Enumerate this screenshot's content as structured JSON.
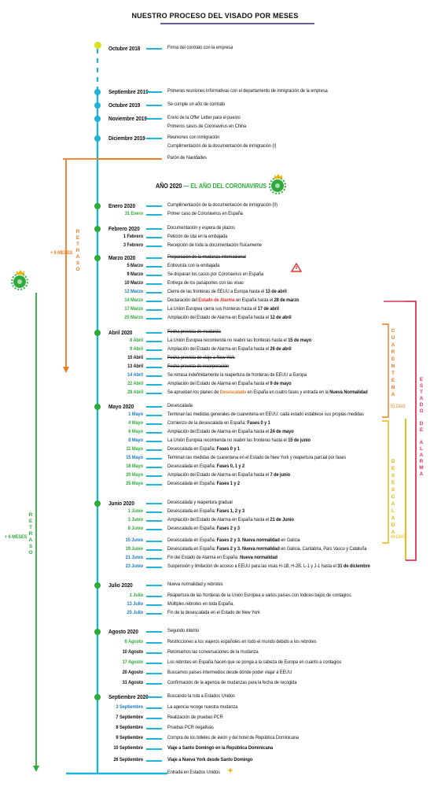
{
  "title": "NUESTRO PROCESO DEL VISADO POR MESES",
  "year_banner": {
    "year": "AÑO 2020",
    "dash": "—",
    "label": "EL AÑO DEL CORONAVIRUS"
  },
  "colors": {
    "timeline": "#1fb3d6",
    "dots": "#2eaa3a",
    "delay1": "#f07a1e",
    "delay2": "#2eaa3a",
    "quarantine": "#f07a1e",
    "deescalation": "#e8b400",
    "alarm": "#e2335a",
    "title_underline": "#6b5aa8"
  },
  "side": {
    "retraso1_text": [
      "R",
      "E",
      "T",
      "R",
      "A",
      "S",
      "O"
    ],
    "retraso1_label": "+ 5 MESES",
    "retraso2_text": [
      "R",
      "E",
      "T",
      "R",
      "A",
      "S",
      "O"
    ],
    "retraso2_label": "+ 6 MESES",
    "cuarentena_text": [
      "C",
      "U",
      "A",
      "R",
      "E",
      "N",
      "T",
      "E",
      "N",
      "A"
    ],
    "cuarentena_days": "51 DÍAS",
    "desescalada_text": [
      "D",
      "E",
      "S",
      "E",
      "S",
      "C",
      "A",
      "L",
      "A",
      "D",
      "A"
    ],
    "desescalada_days": "48 DÍAS",
    "estado_text": [
      "E",
      "S",
      "T",
      "A",
      "D",
      "O",
      "",
      "D",
      "E",
      "",
      "A",
      "L",
      "A",
      "R",
      "M",
      "A"
    ]
  },
  "rows": [
    {
      "month": "Octubre 2018",
      "desc": "Firma del contrato con la empresa"
    },
    {
      "month": "Septiembre 2019",
      "desc": "Primeras reuniones informativas con el departamento de inmigración de la empresa"
    },
    {
      "month": "Octubre 2019",
      "desc": "Se cumple un año de contrato"
    },
    {
      "month": "Noviembre 2019",
      "desc": "Envío de la Offer Letter para el puesto"
    },
    {
      "desc": "Primeros casos de Coronavirus en China"
    },
    {
      "month": "Diciembre 2019",
      "desc": "Reuniones con inmigración"
    },
    {
      "desc": "Cumplimentación de la documentación de inmigración (I)"
    },
    {
      "desc": "Parón de Navidades"
    },
    {
      "month": "Enero 2020",
      "desc": "Cumplimentación de la documentación de inmigración (II)"
    },
    {
      "day": "31 Enero",
      "desc": "Primer caso de Coronavirus en España"
    },
    {
      "month": "Febrero 2020",
      "desc": "Documentación y espera de plazos"
    },
    {
      "day": "1 Febrero",
      "desc": "Petición de cita en la embajada"
    },
    {
      "day": "3 Febrero",
      "desc": "Recepción de toda la documentación físicamente"
    },
    {
      "month": "Marzo 2020",
      "desc": "Preparación de la mudanza internacional"
    },
    {
      "day": "5 Marzo",
      "desc": "Entrevista con la embajada"
    },
    {
      "day": "9 Marzo",
      "desc": "Se disparan los casos por Coronavirus en España"
    },
    {
      "day": "10 Marzo",
      "desc": "Entrega de los pasaportes con las visas"
    },
    {
      "day": "12 Marzo",
      "desc": "Cierre de las fronteras de EEUU a Europa hasta el ",
      "desc_b": "13 de abril"
    },
    {
      "day": "14 Marzo",
      "desc": "Declaración del ",
      "desc_red": "Estado de Alarma",
      "desc2": " en España hasta el ",
      "desc_b": "28 de marzo"
    },
    {
      "day": "17 Marzo",
      "desc": "La Unión Europea cierra sus fronteras hasta el ",
      "desc_b": "17 de abril"
    },
    {
      "day": "25 Marzo",
      "desc": "Ampliación del Estado de Alarma en España hasta el ",
      "desc_b": "12 de abril"
    },
    {
      "month": "Abril 2020",
      "desc": "Fecha prevista de mudanza"
    },
    {
      "day": "8 Abril",
      "desc": "La Unión Europea recomienda no reabrir las fronteras hasta el ",
      "desc_b": "15 de mayo"
    },
    {
      "day": "9 Abril",
      "desc": "Ampliación del Estado de Alarma en España hasta el ",
      "desc_b": "26 de abril"
    },
    {
      "day": "10 Abril",
      "desc": "Fecha prevista de viaje a New York"
    },
    {
      "day": "13 Abril",
      "desc": "Fecha prevista de incorporación"
    },
    {
      "day": "14 Abril",
      "desc": "Se retrasa indefinidamente la reapertura de fronteras de EEUU a Europa"
    },
    {
      "day": "22 Abril",
      "desc": "Ampliación del Estado de Alarma en España hasta el ",
      "desc_b": "9 de mayo"
    },
    {
      "day": "28 Abril",
      "desc": "Se aprueban los planes de ",
      "desc_orange": "Desescalada",
      "desc2": " en España en cuatro fases y entrada en la ",
      "desc_b": "Nueva Normalidad"
    },
    {
      "month": "Mayo 2020",
      "desc": "Desescalada"
    },
    {
      "day": "1 Mayo",
      "desc": "Terminan las medidas generales de cuarentena en EEUU: cada estado establece sus propias medidas"
    },
    {
      "day": "4 Mayo",
      "desc": "Comienzo de la desescalada en España: ",
      "desc_b": "Fases 0 y 1"
    },
    {
      "day": "6 Mayo",
      "desc": "Ampliación del Estado de Alarma en España hasta el ",
      "desc_b": "24 de mayo"
    },
    {
      "day": "8 Mayo",
      "desc": "La Unión Europea recomienda no reabrir las fronteras hasta el ",
      "desc_b": "15 de junio"
    },
    {
      "day": "11 Mayo",
      "desc": "Desescalada en España: ",
      "desc_b": "Fases 0 y 1"
    },
    {
      "day": "15 Mayo",
      "desc": "Terminan las medidas de cuarentena en el Estado de New York y reapertura parcial por fases"
    },
    {
      "day": "18 Mayo",
      "desc": "Desescalada en España: ",
      "desc_b": "Fases 0, 1 y 2"
    },
    {
      "day": "20 Mayo",
      "desc": "Ampliación del Estado de Alarma en España hasta el ",
      "desc_b": "7 de junio"
    },
    {
      "day": "25 Mayo",
      "desc": "Desescalada en España: ",
      "desc_b": "Fases 1 y 2"
    },
    {
      "month": "Junio 2020",
      "desc": "Desescalada y reapertura gradual"
    },
    {
      "day": "1 Junio",
      "desc": "Desescalada en España: ",
      "desc_b": "Fases 1, 2 y 3"
    },
    {
      "day": "3 Junio",
      "desc": "Ampliación del Estado de Alarma en España hasta el ",
      "desc_b": "21 de Junio"
    },
    {
      "day": "8 Junio",
      "desc": "Desescalada en España: ",
      "desc_b": "Fases 2 y 3"
    },
    {
      "day": "15 Junio",
      "desc": "Desescalada en España: ",
      "desc_b": "Fases 2 y 3.  Nueva normalidad",
      "desc2": " en Galicia"
    },
    {
      "day": "19 Junio",
      "desc": "Desescalada en España: ",
      "desc_b": "Fases 2 y 3.  Nueva normalidad",
      "desc2": " en Galicia, Cantabria, País Vasco y Cataluña"
    },
    {
      "day": "21 Junio",
      "desc": "Fin del Estado de Alarma en España: ",
      "desc_b": "Nueva normalidad"
    },
    {
      "day": "23 Junio",
      "desc": "Suspensión y limitación de acceso a EEUU para las visas H-1B, H-2B, L-1 y J-1 hasta el ",
      "desc_b": "31 de diciembre"
    },
    {
      "month": "Julio 2020",
      "desc": "Nueva normalidad y rebrotes"
    },
    {
      "day": "1 Julio",
      "desc": "Reapertura de las fronteras de la Unión Europea a varios países con índices bajos de contagios."
    },
    {
      "day": "13 Julio",
      "desc": "Múltiples rebrotes en toda España."
    },
    {
      "day": "20 Julio",
      "desc": "Fin de la desescalada en el Estado de New York"
    },
    {
      "month": "Agosto 2020",
      "desc": "Segundo intento"
    },
    {
      "day": "6 Agosto",
      "desc": "Restricciones a los viajeros españoles en todo el mundo debido a los rebrotes"
    },
    {
      "day": "10 Agosto",
      "desc": "Retomamos las conversaciones de la mudanza"
    },
    {
      "day": "17 Agosto",
      "desc": "Los rebrotes en España hacen que se ponga a la cabeza de Europa en cuanto a contagios"
    },
    {
      "day": "20 Agosto",
      "desc": "Buscamos países intermedios desde dónde poder viajar a EEUU"
    },
    {
      "day": "31 Agosto",
      "desc": "Confirmación de la agencia de mudanzas para la fecha de recogida"
    },
    {
      "month": "Septiembre 2020",
      "desc": "Buscando la ruta a Estados Unidos"
    },
    {
      "day": "3 Septiembre",
      "desc": "La agencia recoge nuestra mudanza"
    },
    {
      "day": "7 Septiembre",
      "desc": "Realización de pruebas PCR"
    },
    {
      "day": "8 Septiembre",
      "desc": "Pruebas PCR negativas"
    },
    {
      "day": "9 Septiembre",
      "desc": "Compra de los billetes de avión y del hotel de República Dominicana"
    },
    {
      "day": "10 Septiembre",
      "desc": "Viaje a Santo Domingo en la República Dominicana"
    },
    {
      "day": "26 Septiembre",
      "desc": "Viaje a Nueva York desde Santo Domingo"
    },
    {
      "desc": "Entrada en Estados Unidos"
    }
  ]
}
